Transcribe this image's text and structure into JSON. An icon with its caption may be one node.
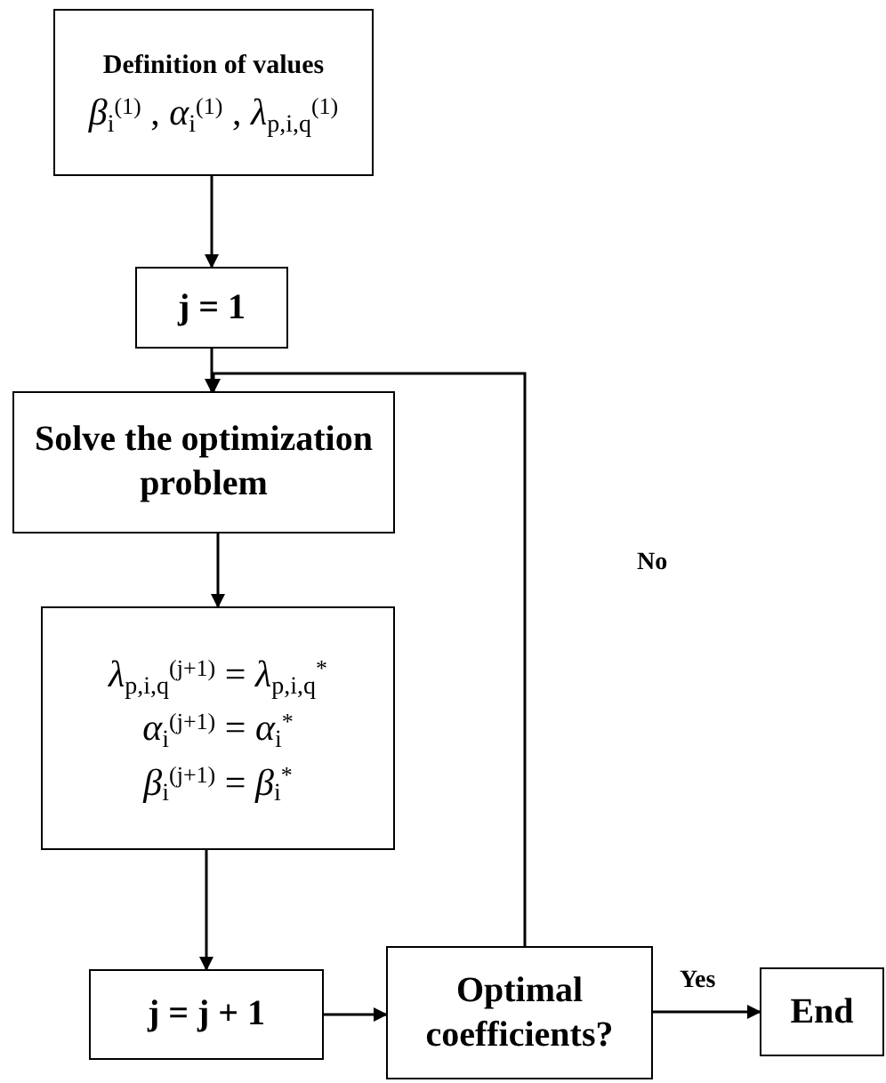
{
  "diagram": {
    "nodes": [
      {
        "text": [
          "Definition of values",
          "*β*$_{i}$$^{(1)}$ , *α*$_{i}$$^{(1)}$ , *λ*$_{p,i,q}$$^{(1)}$"
        ]
      },
      {
        "text": [
          "j = 1"
        ]
      },
      {
        "text": [
          "Solve the optimization problem"
        ]
      },
      {
        "text": [
          "*λ*$_{p,i,q}$$^{(j+1)}$ = *λ*$_{p,i,q}$$^{*}$",
          "*α*$_{i}$$^{(j+1)}$ = *α*$_{i}$$^{*}$",
          "*β*$_{i}$$^{(j+1)}$ = *β*$_{i}$$^{*}$"
        ]
      },
      {
        "text": [
          "j = j + 1"
        ]
      },
      {
        "text": [
          "Optimal coefficients?"
        ]
      },
      {
        "text": [
          "End"
        ]
      }
    ],
    "edges": [
      {
        "from": 0,
        "to": 1,
        "arrow": "to"
      },
      {
        "from": 1,
        "to": 2,
        "arrow": "to"
      },
      {
        "from": 2,
        "to": 3,
        "arrow": "to"
      },
      {
        "from": 3,
        "to": 4,
        "arrow": "to"
      },
      {
        "from": 4,
        "to": 5,
        "arrow": "to"
      },
      {
        "from": 5,
        "to": 6,
        "arrow": "to",
        "label": "Yes"
      },
      {
        "from": 5,
        "to": 2,
        "arrow": "to",
        "label": "No"
      }
    ]
  }
}
